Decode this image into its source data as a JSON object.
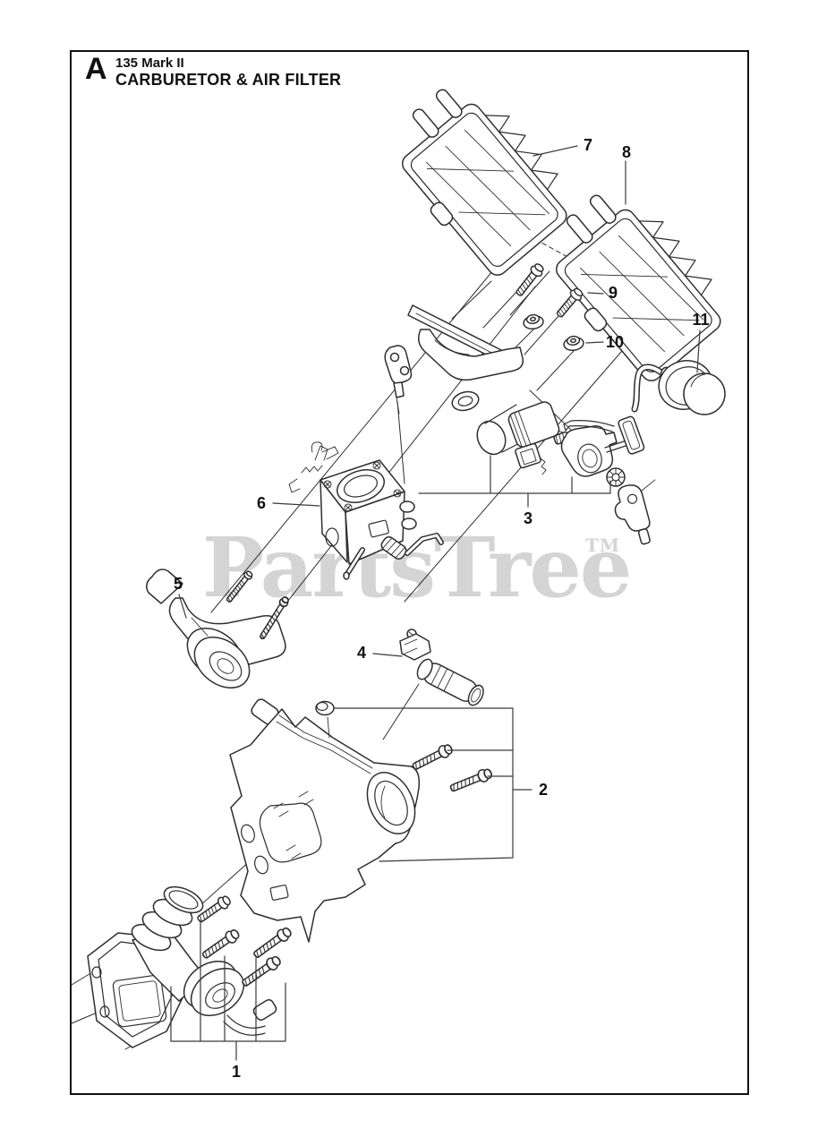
{
  "header": {
    "section_letter": "A",
    "model": "135 Mark II",
    "title": "CARBURETOR & AIR FILTER"
  },
  "watermark": {
    "text": "PartsTree",
    "tm": "TM"
  },
  "diagram": {
    "description": "Exploded parts view with numbered callouts",
    "callouts": [
      {
        "number": "1"
      },
      {
        "number": "2"
      },
      {
        "number": "3"
      },
      {
        "number": "4"
      },
      {
        "number": "5"
      },
      {
        "number": "6"
      },
      {
        "number": "7"
      },
      {
        "number": "8"
      },
      {
        "number": "9"
      },
      {
        "number": "10"
      },
      {
        "number": "11"
      }
    ]
  },
  "colors": {
    "ink": "#111111",
    "line": "#2e2e2e",
    "leader": "#3a3a3a",
    "watermark": "#d4d4d4",
    "background": "#ffffff"
  }
}
